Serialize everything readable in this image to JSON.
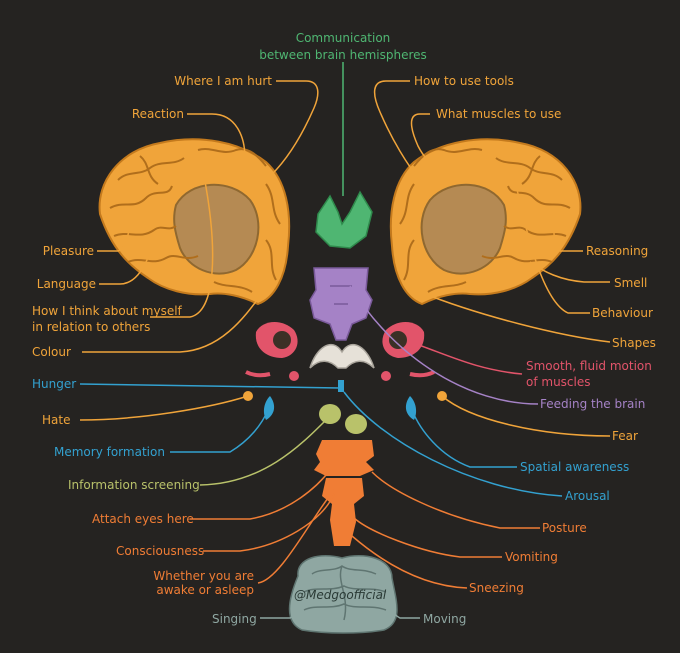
{
  "colors": {
    "background": "#252321",
    "hemisphere": "#f0a43a",
    "corpus_callosum": "#4fb672",
    "thalamus": "#a582c6",
    "basal_ganglia": "#e6e1d8",
    "amygdala_hippocampus": "#e2546a",
    "limbic_blue": "#33a1d0",
    "mammillary": "#b9c26a",
    "brainstem": "#f07d35",
    "cerebellum": "#8fa7a2"
  },
  "title_label": {
    "line1": "Communication",
    "line2": "between brain hemispheres"
  },
  "left_labels": {
    "where_hurt": "Where I am hurt",
    "reaction": "Reaction",
    "pleasure": "Pleasure",
    "language": "Language",
    "self_think_1": "How I think about myself",
    "self_think_2": "in relation to others",
    "colour": "Colour",
    "hunger": "Hunger",
    "hate": "Hate",
    "memory": "Memory formation",
    "info_screening": "Information screening",
    "attach_eyes": "Attach eyes here",
    "consciousness": "Consciousness",
    "awake_1": "Whether you are",
    "awake_2": "awake or asleep",
    "singing": "Singing"
  },
  "right_labels": {
    "tools": "How to use tools",
    "muscles": "What muscles to use",
    "reasoning": "Reasoning",
    "smell": "Smell",
    "behaviour": "Behaviour",
    "shapes": "Shapes",
    "smooth_1": "Smooth, fluid motion",
    "smooth_2": "of muscles",
    "feeding": "Feeding the brain",
    "fear": "Fear",
    "spatial": "Spatial awareness",
    "arousal": "Arousal",
    "posture": "Posture",
    "vomiting": "Vomiting",
    "sneezing": "Sneezing",
    "moving": "Moving"
  },
  "watermark": "@Medgoofficial"
}
